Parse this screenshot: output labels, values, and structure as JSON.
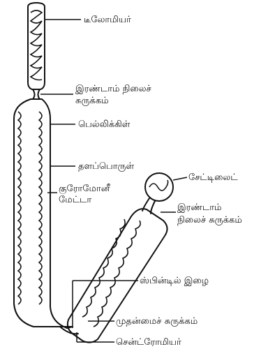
{
  "diagram": {
    "labels": {
      "telomere": "டீலோமியர்",
      "secondary_constriction_upper_1": "இரண்டாம் நிலைச்",
      "secondary_constriction_upper_2": "சுருக்கம்",
      "pellicle": "பெல்லிக்கிள்",
      "matrix": "தளப்பொருள்",
      "chromonema_1": "குரோமோனீ",
      "chromonema_2": "மேட்டா",
      "satellite": "சேட்டிலைட்",
      "secondary_constriction_lower_1": "இரண்டாம்",
      "secondary_constriction_lower_2": "நிலைச் சுருக்கம்",
      "spindle_fibre": "ஸ்பின்டில் இழை",
      "primary_constriction": "முதன்மைச் சுருக்கம்",
      "centromere": "சென்ட்ரோமியர்"
    }
  }
}
